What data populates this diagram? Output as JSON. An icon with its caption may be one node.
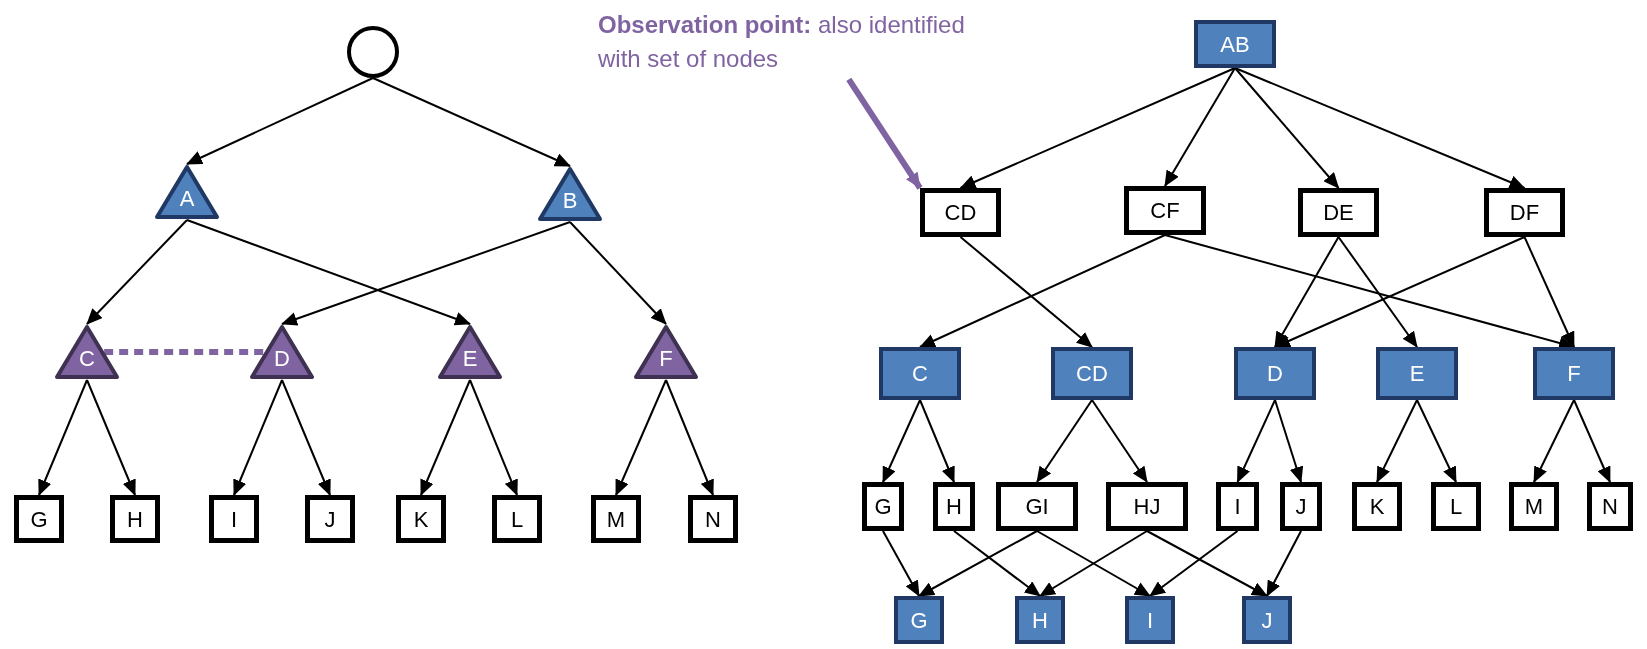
{
  "diagram": {
    "nodes": [
      {
        "text": [],
        "shape": "circle"
      },
      {
        "text": [
          "A"
        ]
      },
      {
        "text": [
          "B"
        ]
      },
      {
        "text": [
          "C"
        ]
      },
      {
        "text": [
          "D"
        ]
      },
      {
        "text": [
          "E"
        ]
      },
      {
        "text": [
          "F"
        ]
      },
      {
        "text": [
          "G"
        ]
      },
      {
        "text": [
          "H"
        ]
      },
      {
        "text": [
          "I"
        ]
      },
      {
        "text": [
          "J"
        ]
      },
      {
        "text": [
          "K"
        ]
      },
      {
        "text": [
          "L"
        ]
      },
      {
        "text": [
          "M"
        ]
      },
      {
        "text": [
          "N"
        ]
      },
      {
        "text": [
          "**Observation point:** also identified with set of nodes"
        ]
      },
      {
        "text": [
          "AB"
        ]
      },
      {
        "text": [
          "CD"
        ]
      },
      {
        "text": [
          "CF"
        ]
      },
      {
        "text": [
          "DE"
        ]
      },
      {
        "text": [
          "DF"
        ]
      },
      {
        "text": [
          "C"
        ]
      },
      {
        "text": [
          "CD"
        ]
      },
      {
        "text": [
          "D"
        ]
      },
      {
        "text": [
          "E"
        ]
      },
      {
        "text": [
          "F"
        ]
      },
      {
        "text": [
          "G"
        ]
      },
      {
        "text": [
          "H"
        ]
      },
      {
        "text": [
          "GI"
        ]
      },
      {
        "text": [
          "HJ"
        ]
      },
      {
        "text": [
          "I"
        ]
      },
      {
        "text": [
          "J"
        ]
      },
      {
        "text": [
          "K"
        ]
      },
      {
        "text": [
          "L"
        ]
      },
      {
        "text": [
          "M"
        ]
      },
      {
        "text": [
          "N"
        ]
      },
      {
        "text": [
          "G"
        ]
      },
      {
        "text": [
          "H"
        ]
      },
      {
        "text": [
          "I"
        ]
      },
      {
        "text": [
          "J"
        ]
      }
    ],
    "edges": [
      {
        "from": 0,
        "to": 1,
        "arrow": "to"
      },
      {
        "from": 0,
        "to": 2,
        "arrow": "to"
      },
      {
        "from": 1,
        "to": 3,
        "arrow": "to"
      },
      {
        "from": 1,
        "to": 5,
        "arrow": "to"
      },
      {
        "from": 2,
        "to": 4,
        "arrow": "to"
      },
      {
        "from": 2,
        "to": 6,
        "arrow": "to"
      },
      {
        "from": 3,
        "to": 4,
        "arrow": "none",
        "style": "dashed",
        "color": "#8064a2"
      },
      {
        "from": 3,
        "to": 7,
        "arrow": "to"
      },
      {
        "from": 3,
        "to": 8,
        "arrow": "to"
      },
      {
        "from": 4,
        "to": 9,
        "arrow": "to"
      },
      {
        "from": 4,
        "to": 10,
        "arrow": "to"
      },
      {
        "from": 5,
        "to": 11,
        "arrow": "to"
      },
      {
        "from": 5,
        "to": 12,
        "arrow": "to"
      },
      {
        "from": 6,
        "to": 13,
        "arrow": "to"
      },
      {
        "from": 6,
        "to": 14,
        "arrow": "to"
      },
      {
        "from": 15,
        "to": 17,
        "arrow": "to",
        "style": "thick",
        "color": "#8064a2"
      },
      {
        "from": 16,
        "to": 17,
        "arrow": "to"
      },
      {
        "from": 16,
        "to": 18,
        "arrow": "to"
      },
      {
        "from": 16,
        "to": 19,
        "arrow": "to"
      },
      {
        "from": 16,
        "to": 20,
        "arrow": "to"
      },
      {
        "from": 17,
        "to": 22,
        "arrow": "to"
      },
      {
        "from": 18,
        "to": 21,
        "arrow": "to"
      },
      {
        "from": 18,
        "to": 25,
        "arrow": "to"
      },
      {
        "from": 19,
        "to": 23,
        "arrow": "to"
      },
      {
        "from": 19,
        "to": 24,
        "arrow": "to"
      },
      {
        "from": 20,
        "to": 23,
        "arrow": "to"
      },
      {
        "from": 20,
        "to": 25,
        "arrow": "to"
      },
      {
        "from": 21,
        "to": 26,
        "arrow": "to"
      },
      {
        "from": 21,
        "to": 27,
        "arrow": "to"
      },
      {
        "from": 22,
        "to": 28,
        "arrow": "to"
      },
      {
        "from": 22,
        "to": 29,
        "arrow": "to"
      },
      {
        "from": 23,
        "to": 30,
        "arrow": "to"
      },
      {
        "from": 23,
        "to": 31,
        "arrow": "to"
      },
      {
        "from": 24,
        "to": 32,
        "arrow": "to"
      },
      {
        "from": 24,
        "to": 33,
        "arrow": "to"
      },
      {
        "from": 25,
        "to": 34,
        "arrow": "to"
      },
      {
        "from": 25,
        "to": 35,
        "arrow": "to"
      },
      {
        "from": 26,
        "to": 36,
        "arrow": "to"
      },
      {
        "from": 27,
        "to": 37,
        "arrow": "to"
      },
      {
        "from": 28,
        "to": 36,
        "arrow": "to"
      },
      {
        "from": 28,
        "to": 38,
        "arrow": "to"
      },
      {
        "from": 29,
        "to": 37,
        "arrow": "to"
      },
      {
        "from": 29,
        "to": 39,
        "arrow": "to"
      },
      {
        "from": 30,
        "to": 38,
        "arrow": "to"
      },
      {
        "from": 31,
        "to": 39,
        "arrow": "to"
      }
    ]
  }
}
